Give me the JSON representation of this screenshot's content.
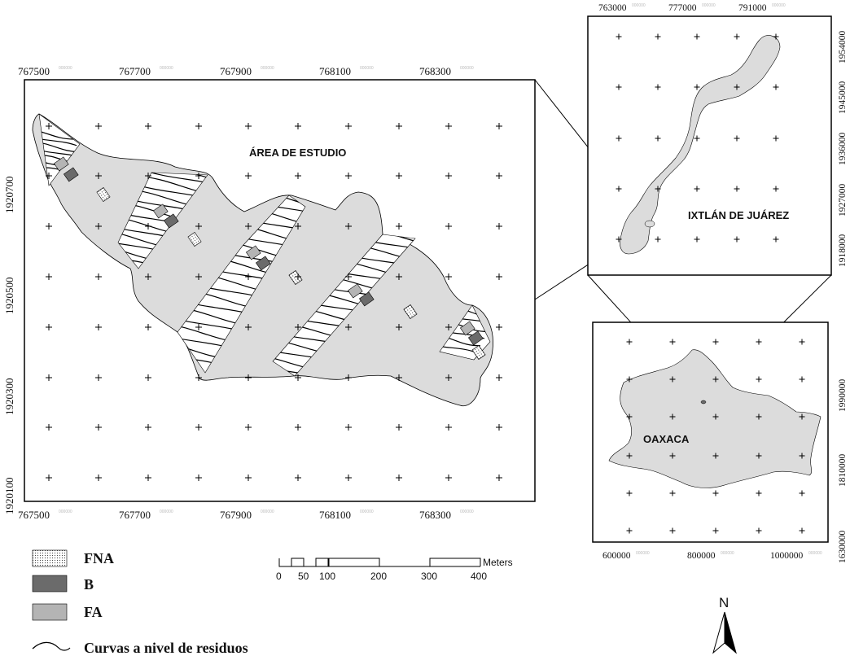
{
  "main_map": {
    "title": "ÁREA DE ESTUDIO",
    "x_ticks": [
      "767500",
      "767700",
      "767900",
      "768100",
      "768300"
    ],
    "y_ticks": [
      "1920700",
      "1920500",
      "1920300",
      "1920100"
    ],
    "tick_suffix": "000000",
    "colors": {
      "area_fill": "#dcdcdc",
      "frame": "#000000"
    }
  },
  "ixtlan_map": {
    "title": "IXTLÁN DE JUÁREZ",
    "x_ticks": [
      "763000",
      "777000",
      "791000"
    ],
    "y_ticks": [
      "1954000",
      "1945000",
      "1936000",
      "1927000",
      "1918000"
    ],
    "tick_suffix": "000000"
  },
  "oaxaca_map": {
    "title": "OAXACA",
    "x_ticks": [
      "600000",
      "800000",
      "1000000"
    ],
    "y_ticks": [
      "1990000",
      "1810000",
      "1630000"
    ],
    "tick_suffix": "000000"
  },
  "legend": {
    "items": [
      {
        "label": "FNA",
        "symbol": "dotted-box"
      },
      {
        "label": "B",
        "symbol": "dark-box",
        "color": "#6b6b6b"
      },
      {
        "label": "FA",
        "symbol": "light-box",
        "color": "#b4b4b4"
      },
      {
        "label": "Curvas a nivel de residuos",
        "symbol": "curve-line"
      }
    ]
  },
  "scale_bar": {
    "unit": "Meters",
    "labels": [
      "0",
      "50",
      "100",
      "200",
      "300",
      "400"
    ]
  },
  "north_arrow": {
    "label": "N"
  }
}
